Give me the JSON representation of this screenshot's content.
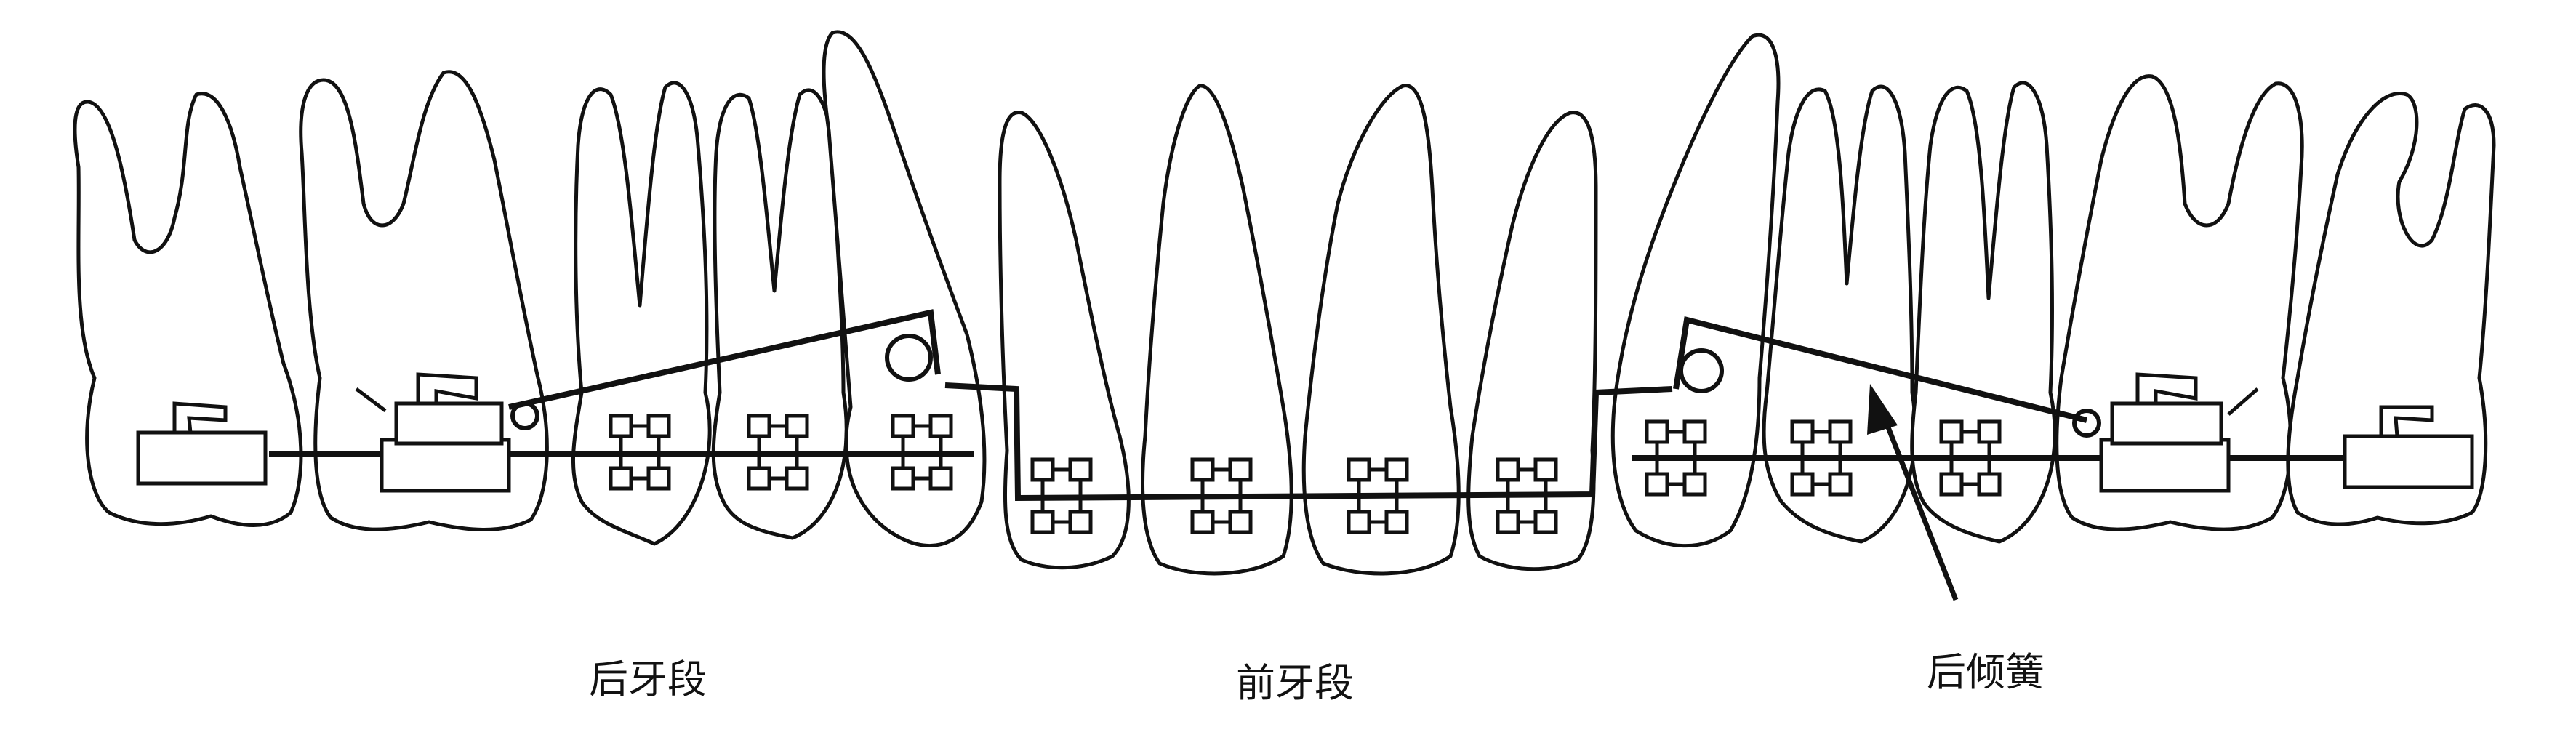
{
  "labels": {
    "posterior_segment": "后牙段",
    "anterior_segment": "前牙段",
    "tipback_spring": "后倾簧"
  },
  "colors": {
    "stroke": "#111111",
    "background": "#ffffff"
  }
}
